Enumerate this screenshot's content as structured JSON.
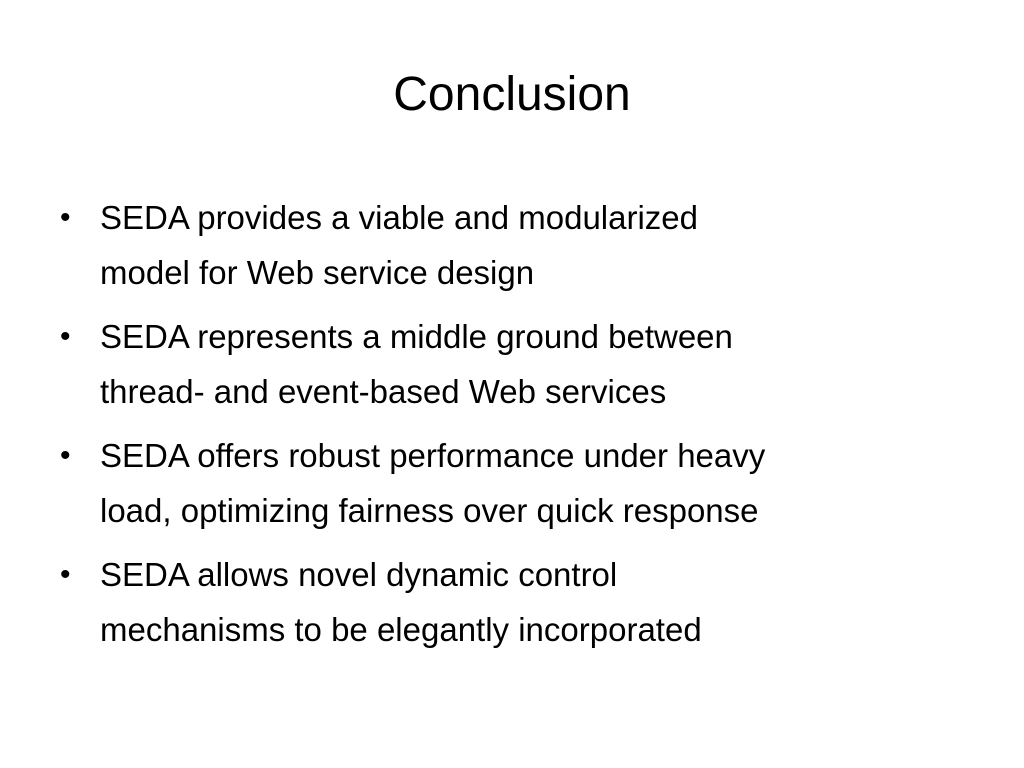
{
  "slide": {
    "title": "Conclusion",
    "bullet_symbol": "•",
    "bullets": [
      "SEDA provides a viable and modularized\nmodel for Web service design",
      "SEDA represents a middle ground between\nthread- and event-based Web services",
      "SEDA offers robust performance under heavy\nload, optimizing fairness over quick response",
      "SEDA allows novel dynamic control\nmechanisms to be elegantly incorporated"
    ]
  }
}
